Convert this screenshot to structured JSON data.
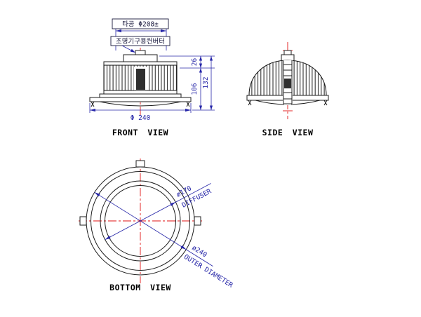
{
  "colors": {
    "line": "#1c1c1c",
    "dimension": "#2626a8",
    "centerline": "#e01212",
    "label": "#16163a"
  },
  "front_view": {
    "title": "FRONT VIEW",
    "cutout_dimension": "타공 Φ208±",
    "converter_label": "조명기구용컨버터",
    "height_converter": "26",
    "height_body": "106",
    "height_total": "132",
    "diameter_flange": "Φ 240"
  },
  "side_view": {
    "title": "SIDE VIEW"
  },
  "bottom_view": {
    "title": "BOTTOM VIEW",
    "diffuser_diameter": "ø170",
    "diffuser_label": "DIFFUSER",
    "outer_diameter": "ø240",
    "outer_label": "OUTER DIAMETER"
  }
}
